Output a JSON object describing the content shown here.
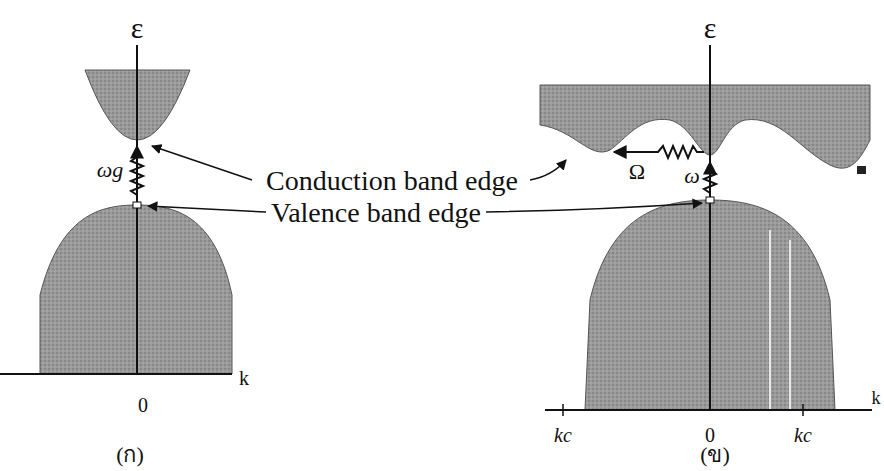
{
  "diagram": {
    "labels": [
      "ε",
      "ωg",
      "Conduction band edge",
      "Valence band edge",
      "0",
      "k",
      "(ก)",
      "ε",
      "Ω",
      "ω",
      "kc",
      "0",
      "kc",
      "k",
      "(ข)"
    ]
  }
}
